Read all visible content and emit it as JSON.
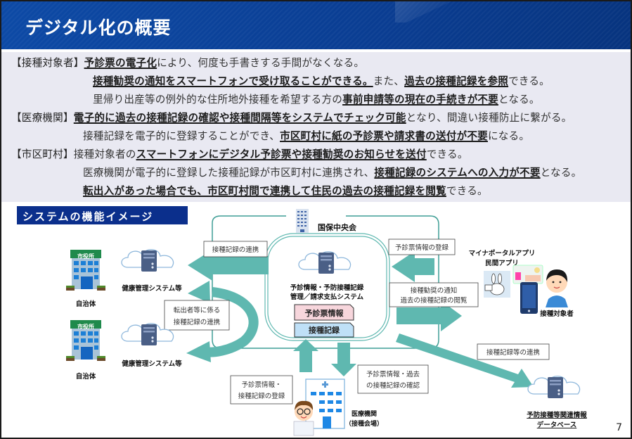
{
  "header": {
    "title": "デジタル化の概要"
  },
  "summary": {
    "lines": [
      {
        "label": "【接種対象者】",
        "segments": [
          {
            "text": "予診票の電子化",
            "bold": true
          },
          {
            "text": "により、何度も手書きする手間がなくなる。",
            "bold": false
          }
        ]
      },
      {
        "label": "",
        "segments": [
          {
            "text": "接種勧奨の通知をスマートフォンで受け取ることができる。",
            "bold": true
          },
          {
            "text": "また、",
            "bold": false
          },
          {
            "text": "過去の接種記録を参照",
            "bold": true
          },
          {
            "text": "できる。",
            "bold": false
          }
        ]
      },
      {
        "label": "",
        "segments": [
          {
            "text": "里帰り出産等の例外的な住所地外接種を希望する方の",
            "bold": false
          },
          {
            "text": "事前申請等の現在の手続きが不要",
            "bold": true
          },
          {
            "text": "となる。",
            "bold": false
          }
        ]
      },
      {
        "label": "【医療機関】",
        "segments": [
          {
            "text": "電子的に過去の接種記録の確認や接種間隔等をシステムでチェック可能",
            "bold": true
          },
          {
            "text": "となり、間違い接種防止に繋がる。",
            "bold": false
          }
        ]
      },
      {
        "label": "",
        "segments": [
          {
            "text": "接種記録を電子的に登録することができ、",
            "bold": false
          },
          {
            "text": "市区町村に紙の予診票や請求書の送付が不要",
            "bold": true
          },
          {
            "text": "になる。",
            "bold": false
          }
        ]
      },
      {
        "label": "【市区町村】",
        "segments": [
          {
            "text": "接種対象者の",
            "bold": false
          },
          {
            "text": "スマートフォンにデジタル予診票や接種勧奨のお知らせを送付",
            "bold": true
          },
          {
            "text": "できる。",
            "bold": false
          }
        ]
      },
      {
        "label": "",
        "segments": [
          {
            "text": "医療機関が電子的に登録した接種記録が市区町村に連携され、",
            "bold": false
          },
          {
            "text": "接種記録のシステムへの入力が不要",
            "bold": true
          },
          {
            "text": "となる。",
            "bold": false
          }
        ]
      },
      {
        "label": "",
        "segments": [
          {
            "text": "転出入があった場合でも、市区町村間で連携して住民の過去の接種記録を閲覧",
            "bold": true
          },
          {
            "text": "できる。",
            "bold": false
          }
        ]
      }
    ]
  },
  "diagram": {
    "section_title": "システムの機能イメージ",
    "central_org": "国保中央会",
    "central_system": [
      "予診情報・予防接種記録",
      "管理／請求支払システム"
    ],
    "central_tags": {
      "questionnaire": "予診票情報",
      "records": "接種記録"
    },
    "municipality": {
      "building_sign": "市役所",
      "label": "自治体",
      "system": "健康管理システム等"
    },
    "boxes": {
      "record_link": "接種記録の連携",
      "transfer_link": [
        "転出者等に係る",
        "接種記録の連携"
      ],
      "questionnaire_register": "予診票情報の登録",
      "notify_view": [
        "接種勧奨の通知",
        "過去の接種記録の閲覧"
      ],
      "clinic_register": [
        "予診票情報・",
        "接種記録の登録"
      ],
      "clinic_confirm": [
        "予診票情報・過去",
        "の接種記録の確認"
      ],
      "db_link": "接種記録等の連携"
    },
    "apps": [
      "マイナポータルアプリ",
      "民間アプリ"
    ],
    "subject": "接種対象者",
    "clinic": [
      "医療機関",
      "（接種会場）"
    ],
    "database": [
      "予防接種等関連情報",
      "データベース"
    ],
    "colors": {
      "arrow": "#5fb8b0",
      "frame_line": "#3f9e95",
      "tag_pink": "#f7d6dc",
      "tag_blue": "#bfe0f7",
      "navy": "#0b2f8c"
    }
  },
  "page_number": "7"
}
